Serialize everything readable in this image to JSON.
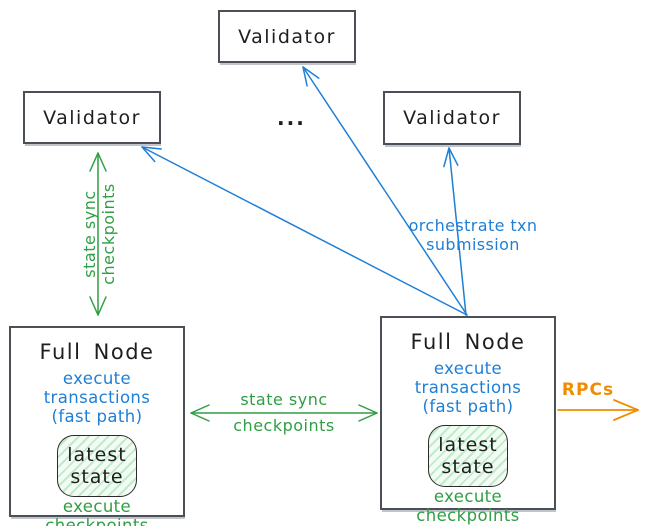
{
  "colors": {
    "green": "#2f9e44",
    "blue": "#1f7fd6",
    "orange": "#f08c00",
    "ink": "#1e1e1e",
    "box-border": "#4a5056"
  },
  "validators": {
    "top": {
      "label": "Validator"
    },
    "left": {
      "label": "Validator"
    },
    "right": {
      "label": "Validator"
    },
    "ellipsis": "..."
  },
  "full_node_left": {
    "title": "Full Node",
    "exec_line1": "execute transactions",
    "exec_line2": "(fast path)",
    "state_line1": "latest",
    "state_line2": "state",
    "footer": "execute checkpoints"
  },
  "full_node_right": {
    "title": "Full Node",
    "exec_line1": "execute transactions",
    "exec_line2": "(fast path)",
    "state_line1": "latest",
    "state_line2": "state",
    "footer": "execute checkpoints"
  },
  "arrow_labels": {
    "left_sync_line1": "state sync",
    "left_sync_line2": "checkpoints",
    "mid_sync_line1": "state sync",
    "mid_sync_line2": "checkpoints",
    "orchestrate": "orchestrate txn submission",
    "rpcs": "RPCs"
  }
}
